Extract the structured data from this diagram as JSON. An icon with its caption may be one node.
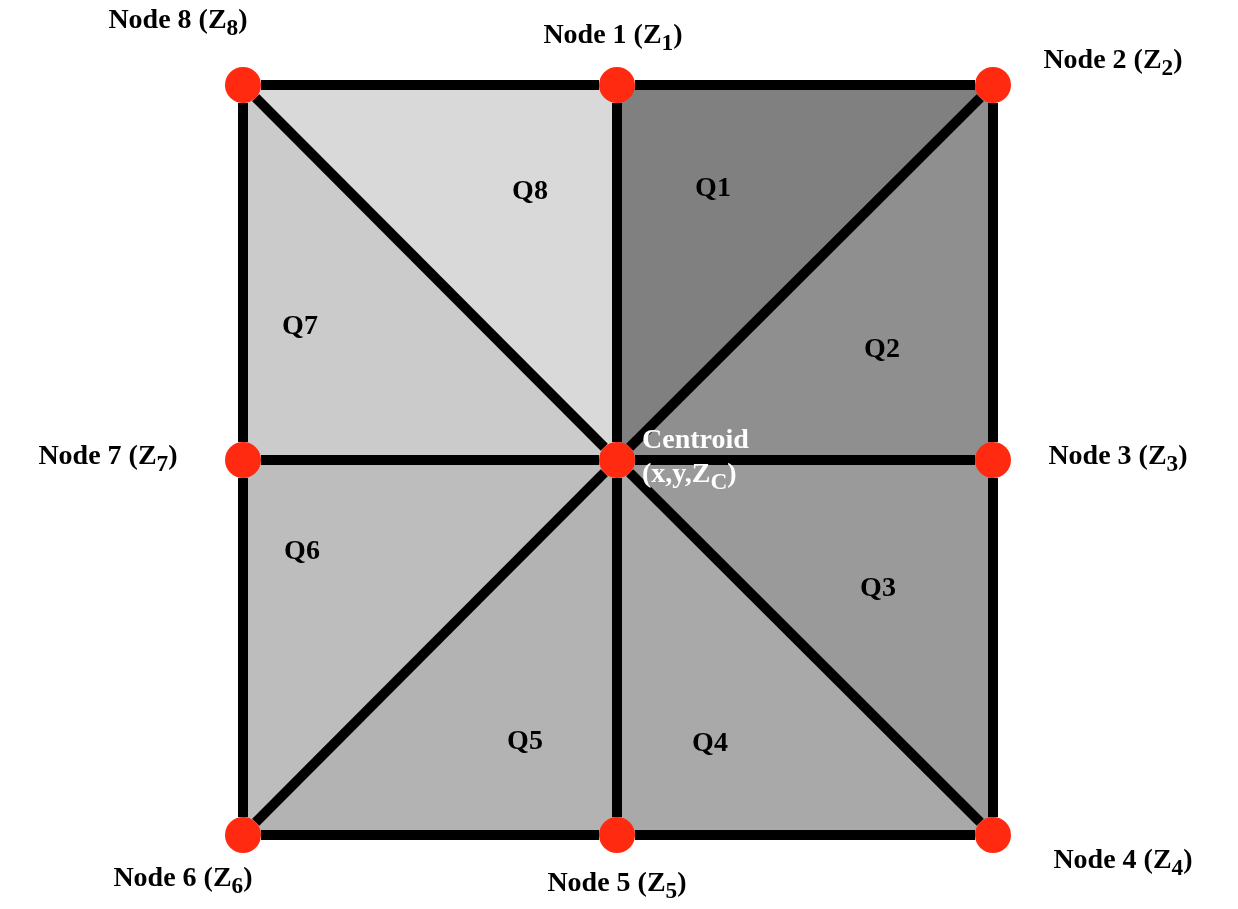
{
  "diagram": {
    "nodes": [
      {
        "text": [],
        "shape": "circle",
        "beside": [
          "Node 8 (Z$_{8}$)"
        ]
      },
      {
        "text": [],
        "shape": "circle",
        "beside": [
          "Node 1 (Z$_{1}$)"
        ]
      },
      {
        "text": [],
        "shape": "circle",
        "beside": [
          "Node 2 (Z$_{2}$)"
        ]
      },
      {
        "text": [
          "Q8"
        ]
      },
      {
        "text": [
          "Q1"
        ]
      },
      {
        "text": [
          "Q7"
        ]
      },
      {
        "text": [
          "Q2"
        ]
      },
      {
        "text": [],
        "shape": "circle",
        "beside": [
          "Node 7 (Z$_{7}$)"
        ]
      },
      {
        "text": [],
        "shape": "circle",
        "beside": [
          "Centroid (x,y,Z$_{C}$)"
        ]
      },
      {
        "text": [],
        "shape": "circle",
        "beside": [
          "Node 3 (Z$_{3}$)"
        ]
      },
      {
        "text": [
          "Q6"
        ]
      },
      {
        "text": [
          "Q3"
        ]
      },
      {
        "text": [
          "Q5"
        ]
      },
      {
        "text": [
          "Q4"
        ]
      },
      {
        "text": [],
        "shape": "circle",
        "beside": [
          "Node 6 (Z$_{6}$)"
        ]
      },
      {
        "text": [],
        "shape": "circle",
        "beside": [
          "Node 5 (Z$_{5}$)"
        ]
      },
      {
        "text": [],
        "shape": "circle",
        "beside": [
          "Node 4 (Z$_{4}$)"
        ]
      }
    ],
    "edges": [
      {
        "from": 0,
        "to": 1,
        "arrow": "none"
      },
      {
        "from": 1,
        "to": 2,
        "arrow": "none"
      },
      {
        "from": 2,
        "to": 9,
        "arrow": "none"
      },
      {
        "from": 9,
        "to": 16,
        "arrow": "none"
      },
      {
        "from": 16,
        "to": 15,
        "arrow": "none"
      },
      {
        "from": 15,
        "to": 14,
        "arrow": "none"
      },
      {
        "from": 14,
        "to": 7,
        "arrow": "none"
      },
      {
        "from": 7,
        "to": 0,
        "arrow": "none"
      },
      {
        "from": 8,
        "to": 1,
        "arrow": "none"
      },
      {
        "from": 8,
        "to": 2,
        "arrow": "none"
      },
      {
        "from": 8,
        "to": 9,
        "arrow": "none"
      },
      {
        "from": 8,
        "to": 16,
        "arrow": "none"
      },
      {
        "from": 8,
        "to": 15,
        "arrow": "none"
      },
      {
        "from": 8,
        "to": 14,
        "arrow": "none"
      },
      {
        "from": 8,
        "to": 7,
        "arrow": "none"
      },
      {
        "from": 8,
        "to": 0,
        "arrow": "none"
      }
    ]
  }
}
